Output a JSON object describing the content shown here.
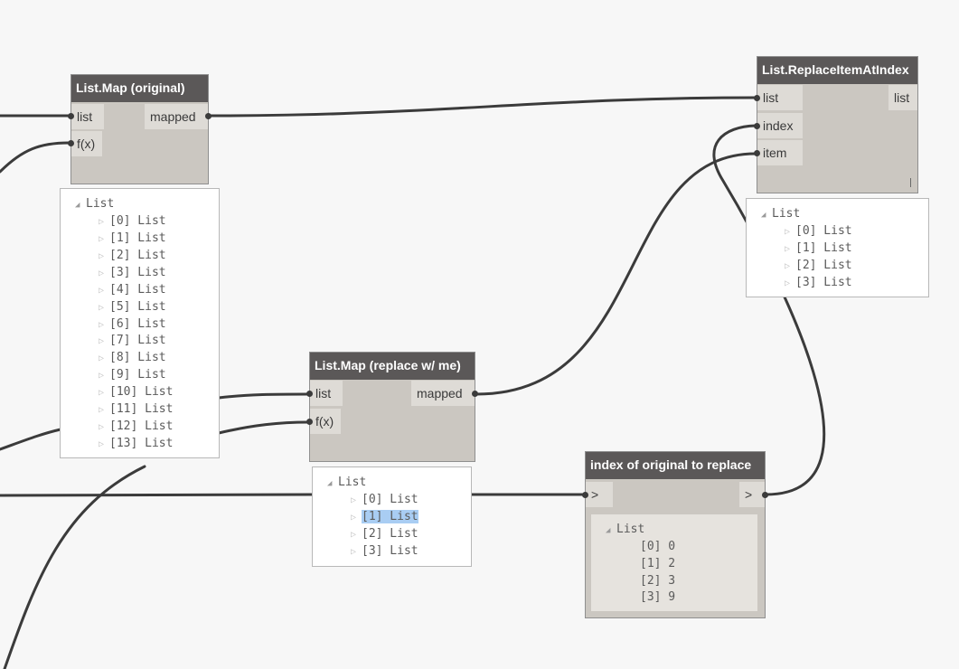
{
  "nodes": {
    "map_original": {
      "title": "List.Map (original)",
      "inputs": [
        "list",
        "f(x)"
      ],
      "output": "mapped"
    },
    "map_replace": {
      "title": "List.Map (replace w/ me)",
      "inputs": [
        "list",
        "f(x)"
      ],
      "output": "mapped"
    },
    "replace_item": {
      "title": "List.ReplaceItemAtIndex",
      "inputs": [
        "list",
        "index",
        "item"
      ],
      "output": "list"
    },
    "index_node": {
      "title": "index of original to replace",
      "input": ">",
      "output": ">"
    }
  },
  "previews": {
    "map_original": {
      "root": "List",
      "items": [
        "[0] List",
        "[1] List",
        "[2] List",
        "[3] List",
        "[4] List",
        "[5] List",
        "[6] List",
        "[7] List",
        "[8] List",
        "[9] List",
        "[10] List",
        "[11] List",
        "[12] List",
        "[13] List"
      ]
    },
    "replace_item": {
      "root": "List",
      "items": [
        "[0] List",
        "[1] List",
        "[2] List",
        "[3] List"
      ]
    },
    "map_replace": {
      "root": "List",
      "items": [
        "[0] List",
        "[1] List",
        "[2] List",
        "[3] List"
      ],
      "selected_index": 1
    },
    "index_node": {
      "root": "List",
      "items": [
        "[0] 0",
        "[1] 2",
        "[2] 3",
        "[3] 9"
      ]
    }
  },
  "icons": {
    "expanded": "triangle-down-icon",
    "collapsed": "triangle-right-icon"
  },
  "colors": {
    "canvas": "#f7f7f7",
    "node_body": "#cbc7c1",
    "node_title": "#5b5858",
    "port": "#dedbd6",
    "wire": "#3b3b3b",
    "selection": "#a9cdf3"
  }
}
